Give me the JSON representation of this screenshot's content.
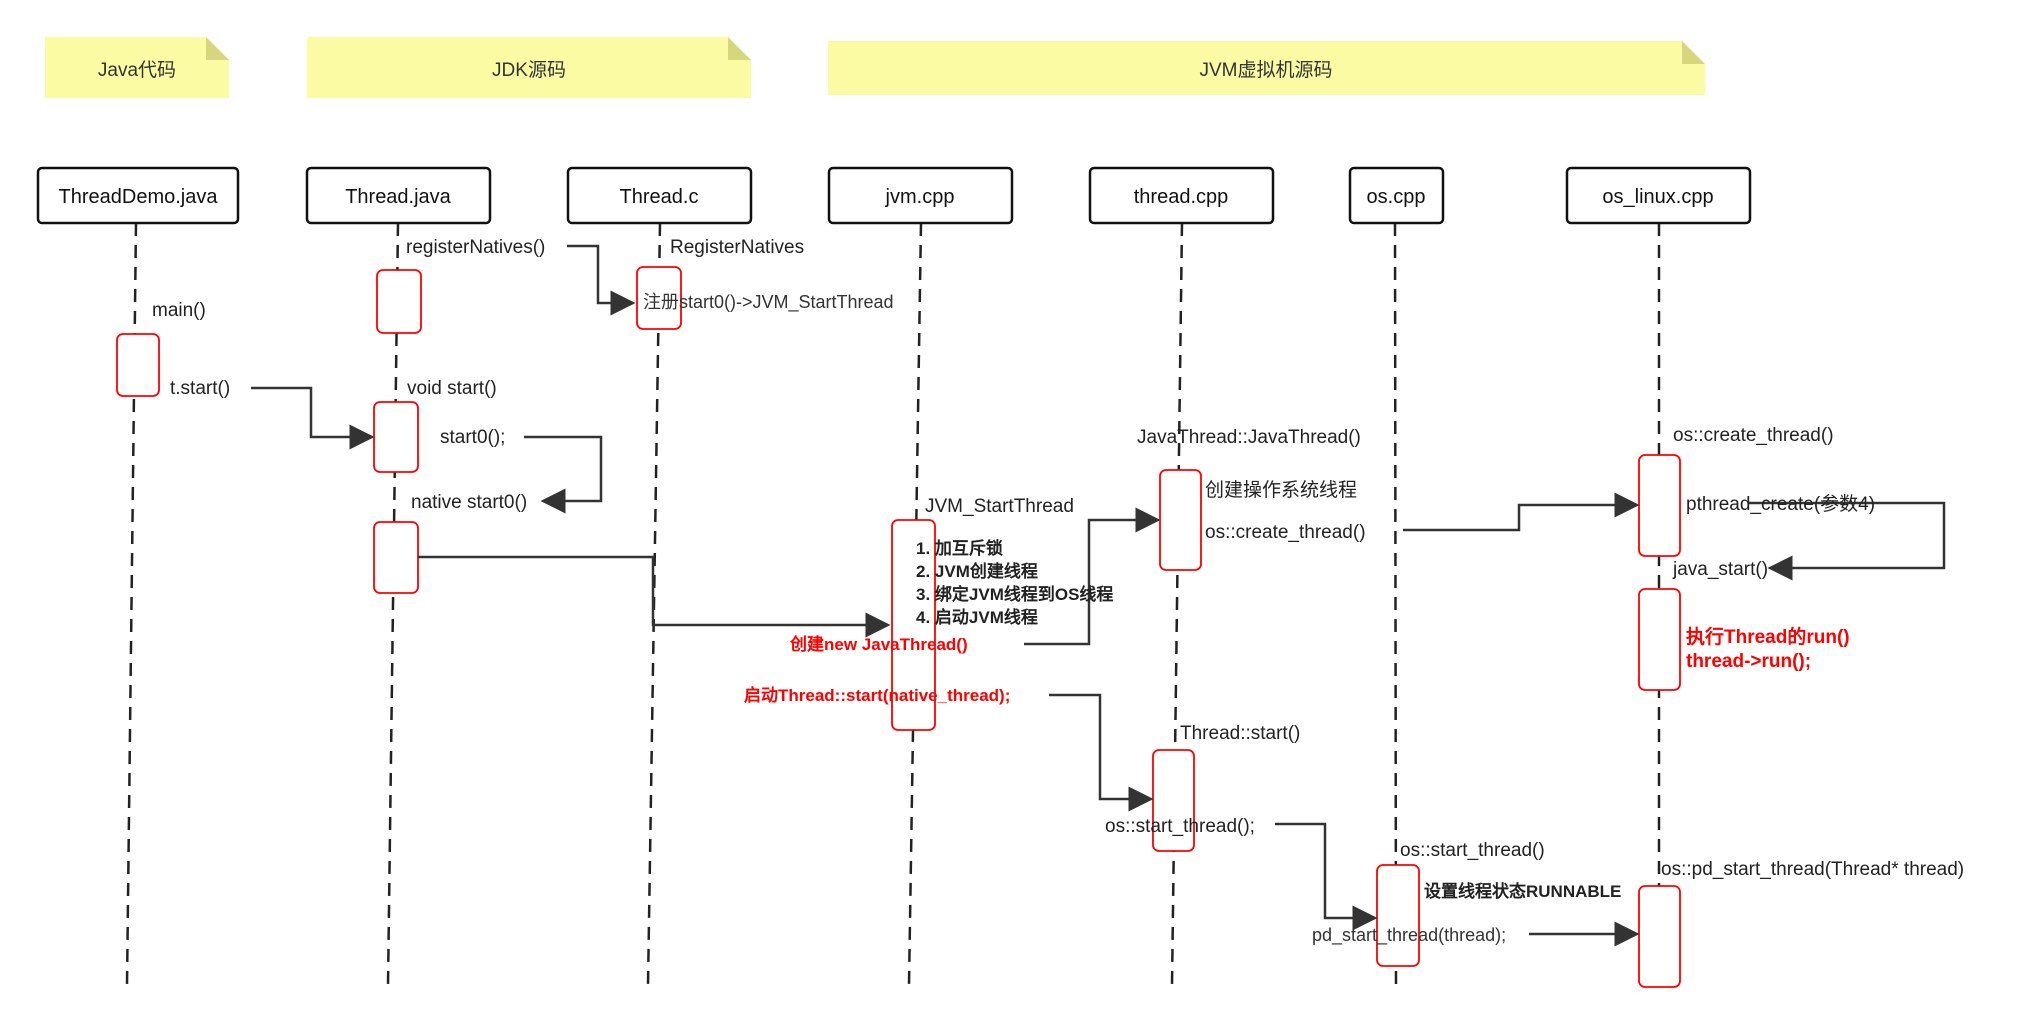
{
  "groups": [
    {
      "label": "Java代码"
    },
    {
      "label": "JDK源码"
    },
    {
      "label": "JVM虚拟机源码"
    }
  ],
  "participants": [
    {
      "label": "ThreadDemo.java"
    },
    {
      "label": "Thread.java"
    },
    {
      "label": "Thread.c"
    },
    {
      "label": "jvm.cpp"
    },
    {
      "label": "thread.cpp"
    },
    {
      "label": "os.cpp"
    },
    {
      "label": "os_linux.cpp"
    }
  ],
  "messages": {
    "main": "main()",
    "t_start": "t.start()",
    "register_natives_call": "registerNatives()",
    "register_natives": "RegisterNatives",
    "register_start0": "注册start0()->JVM_StartThread",
    "void_start": "void start()",
    "start0_call": "start0();",
    "native_start0": "native start0()",
    "jvm_start_thread": "JVM_StartThread",
    "jvm_steps": [
      "1. 加互斥锁",
      "2. JVM创建线程",
      "3. 绑定JVM线程到OS线程",
      "4. 启动JVM线程"
    ],
    "create_java_thread": "创建new JavaThread()",
    "start_native_thread": "启动Thread::start(native_thread);",
    "java_thread_ctor": "JavaThread::JavaThread()",
    "create_os_thread": "创建操作系统线程",
    "os_create_thread_call": "os::create_thread()",
    "thread_start": "Thread::start()",
    "os_start_thread_call": "os::start_thread();",
    "os_create_thread": "os::create_thread()",
    "pthread_create": "pthread_create(参数4)",
    "java_start": "java_start()",
    "run_thread_line1": "执行Thread的run()",
    "run_thread_line2": "thread->run();",
    "os_start_thread": "os::start_thread()",
    "set_runnable": "设置线程状态RUNNABLE",
    "pd_start_thread_call": "pd_start_thread(thread);",
    "os_pd_start_thread": "os::pd_start_thread(Thread* thread)"
  }
}
